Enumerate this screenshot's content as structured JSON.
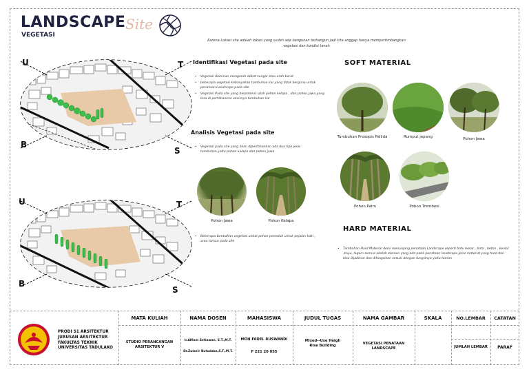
{
  "header": {
    "title": "LANDSCAPE",
    "title_script": "Site",
    "subtitle": "VEGETASI",
    "intro": "Karena Lokasi site adalah lokasi yang sudah ada bangunan terbangun jadi kita anggap hanya mempertimbangkan vegetasi dan kondisi tanah"
  },
  "compass": {
    "top_left": "U",
    "top_right": "T",
    "bottom_left": "B",
    "bottom_right": "S"
  },
  "identifikasi": {
    "heading": "Identifikasi Vegetasi pada site",
    "bullets": [
      "Vegetasi dominan mengarah dekat sungai atau arah barat",
      "beberapa vegetasi kebanyakan tumbuhan liar yang tidak berguna untuk penataan Landscape pada site",
      "Vegetasi Pada site yang berpotensi ialah pohon kelapa , dan pohon jawa yang bisa di pertahankan eksisnya tumbuhan liar"
    ]
  },
  "analisis": {
    "heading": "Analisis Vegetasi pada site",
    "bullets": [
      "Vegetasi pada site yang akan dipertahankan ada dua tipe jenis tumbuhan yaitu pohon kelapa dan pohon jawa"
    ],
    "photos": [
      "Pohon Jawa",
      "Pohon Kelapa"
    ],
    "bullets2": [
      "Beberapa tambahan vegetasi untuk pohon peneduh untuk pejalan kaki , area taman pada site"
    ]
  },
  "soft_material": {
    "heading": "SOFT MATERIAL",
    "items": [
      "Tumbuhan Prosopis Pallida",
      "Rumput jepang",
      "Pohon Jawa",
      "Pohon Palm",
      "Pohon Trembesi"
    ]
  },
  "hard_material": {
    "heading": "HARD MATERIAL",
    "text": "Tambahan Hard Material demi menunjang penataan Landscape seperti batu besar , bata , beton , kerikil ,kayu, lagam semua adalah elemen yang ada pada penataan landscape jenis material yang hard dan bisa dijadikan dan difungsikan sesuai dengan fungsinya yaitu taman"
  },
  "title_block": {
    "university": [
      "PRODI S1 ARSITEKTUR",
      "JURUSAN ARSITEKTUR",
      "FAKULTAS TEKNIK",
      "UNIVERSITAS TADULAKO"
    ],
    "headers": {
      "mata_kuliah": "MATA KULIAH",
      "nama_dosen": "NAMA DOSEN",
      "mahasiswa": "MAHASISWA",
      "judul_tugas": "JUDUL TUGAS",
      "nama_gambar": "NAMA GAMBAR",
      "skala": "SKALA",
      "no_lembar": "NO.LEMBAR",
      "catatan": "CATATAN",
      "jumlah_lembar": "JUMLAH LEMBAR",
      "paraf": "PARAF"
    },
    "values": {
      "mata_kuliah": "STUDIO PERANCANGAN ARSITEKTUR V",
      "dosen1": "Ir.Alfiam Setiawan, S.T.,M.T.",
      "dosen2": "Dr.Zulaeir Butudaka,S.T.,M.T.",
      "mahasiswa_name": "MOH.FADEL RUSWANDI",
      "mahasiswa_nim": "F 221 20 055",
      "judul_tugas": "Mixed--Use Heigh Rise Building",
      "nama_gambar": "VEGETASI PENATAAN LANDSCAPE"
    }
  },
  "colors": {
    "navy": "#1f2340",
    "accent_pink": "#e2b9a8",
    "tree_green": "#3bbf4a",
    "sand": "#e8c9a8",
    "logo_red": "#c8102e",
    "logo_yellow": "#f2c200"
  }
}
